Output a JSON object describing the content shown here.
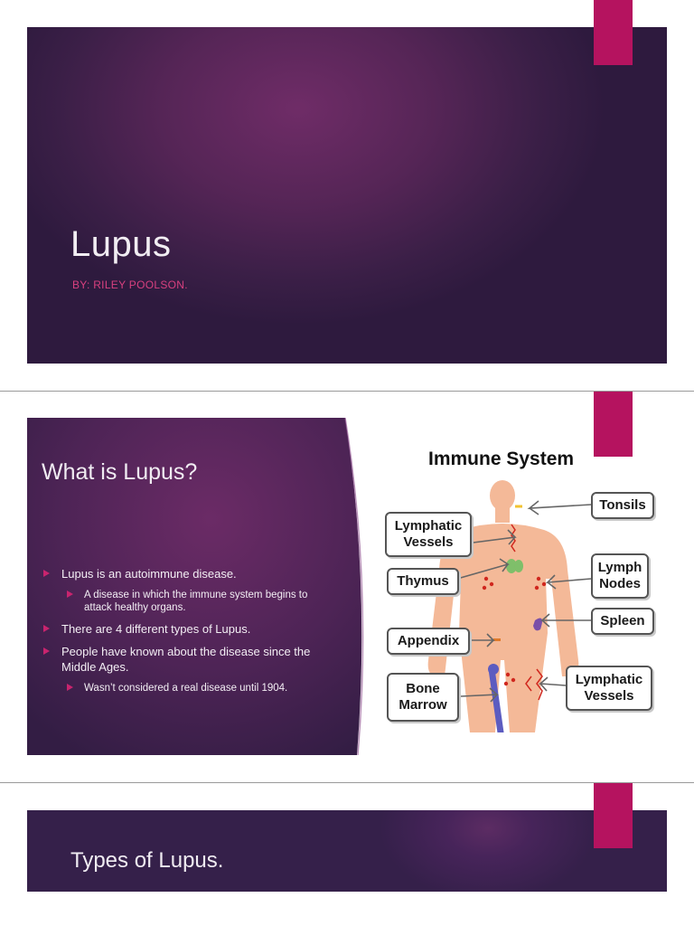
{
  "slide1": {
    "title": "Lupus",
    "subtitle": "BY: RILEY POOLSON."
  },
  "slide2": {
    "title": "What is Lupus?",
    "bullets": [
      {
        "text": "Lupus is an autoimmune disease.",
        "level": 1
      },
      {
        "text": "A disease in which the immune system begins to attack healthy organs.",
        "level": 2
      },
      {
        "text": "There are 4 different types of Lupus.",
        "level": 1
      },
      {
        "text": "People have known about the disease since the Middle Ages.",
        "level": 1
      },
      {
        "text": "Wasn’t considered a real disease until 1904.",
        "level": 2
      }
    ],
    "diagram": {
      "title": "Immune System",
      "labels": {
        "tonsils": "Tonsils",
        "lymphatic_vessels_top": "Lymphatic Vessels",
        "lymph_nodes": "Lymph Nodes",
        "thymus": "Thymus",
        "spleen": "Spleen",
        "appendix": "Appendix",
        "bone_marrow": "Bone Marrow",
        "lymphatic_vessels_bottom": "Lymphatic Vessels"
      }
    }
  },
  "slide3": {
    "title": "Types of Lupus."
  },
  "colors": {
    "accent": "#b5135f",
    "slide_background": "#3b1f47",
    "subtitle": "#d8407f",
    "bullet_marker": "#c9246e"
  }
}
